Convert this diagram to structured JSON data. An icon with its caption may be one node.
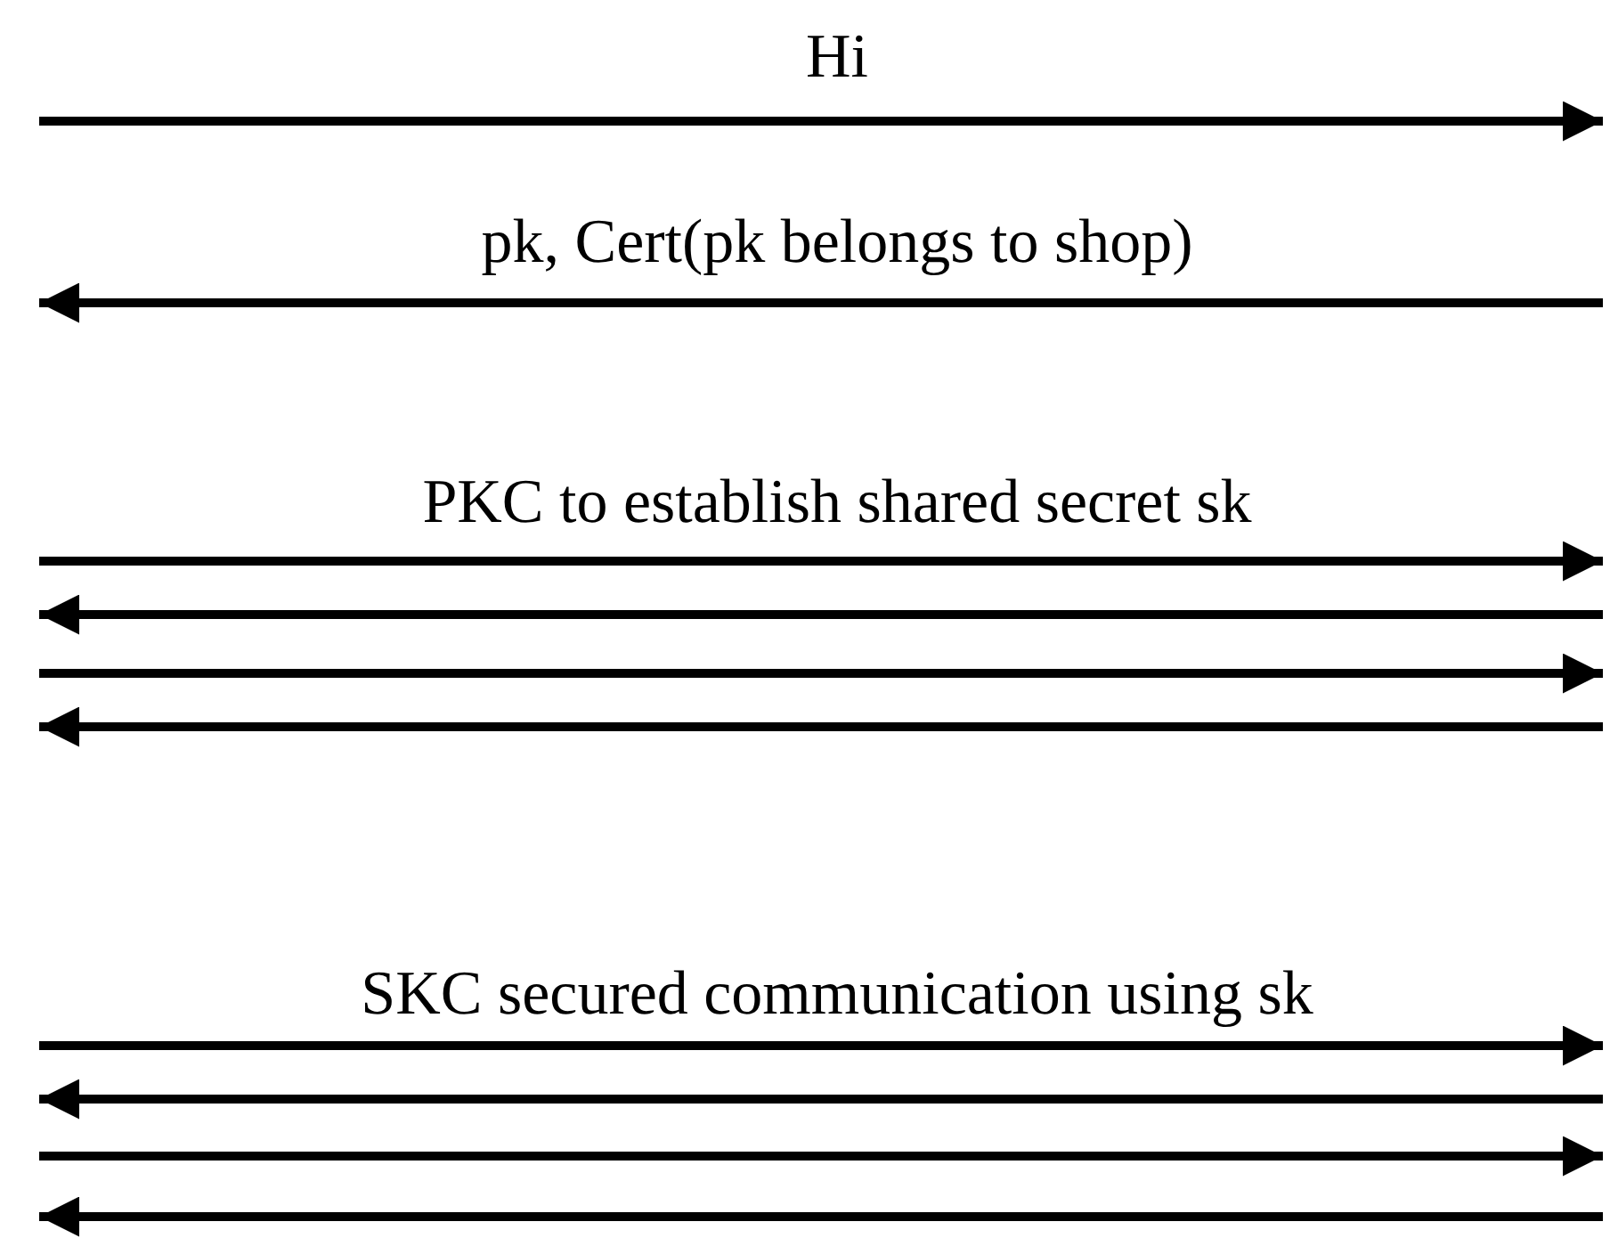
{
  "diagram": {
    "labels": [
      "Hi",
      "pk, Cert(pk belongs to shop)",
      "PKC to establish shared secret sk",
      "SKC secured communication using sk"
    ]
  }
}
